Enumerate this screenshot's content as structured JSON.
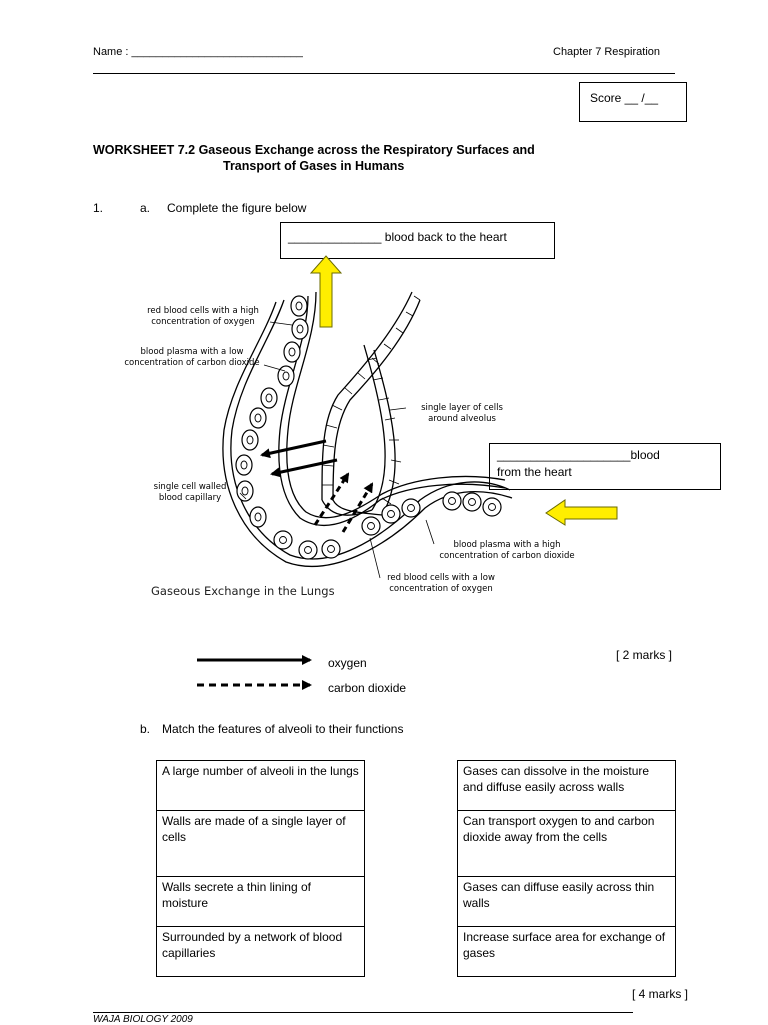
{
  "header": {
    "name_label": "Name : ____________________________",
    "chapter": "Chapter  7 Respiration",
    "score": "Score __ /__"
  },
  "worksheet": {
    "title_line1": "WORKSHEET 7.2   Gaseous Exchange across the Respiratory Surfaces and",
    "title_line2": "Transport of  Gases in Humans"
  },
  "question1": {
    "number": "1.",
    "part_a_letter": "a.",
    "part_a_text": "Complete the figure below",
    "box_top": "______________ blood back to the heart",
    "box_right_line1": "____________________blood",
    "box_right_line2": "from the heart",
    "figure_caption": "Gaseous Exchange in the Lungs",
    "labels": {
      "rbc_high_1": "red blood cells with a high",
      "rbc_high_2": "concentration of oxygen",
      "plasma_low_1": "blood plasma with a low",
      "plasma_low_2": "concentration of carbon dioxide",
      "single_layer_1": "single layer of cells",
      "single_layer_2": "around alveolus",
      "capillary_1": "single cell walled",
      "capillary_2": "blood capillary",
      "plasma_high_1": "blood plasma with a high",
      "plasma_high_2": "concentration of carbon dioxide",
      "rbc_low_1": "red blood cells with a low",
      "rbc_low_2": "concentration of oxygen"
    },
    "marks_a": "[ 2 marks ]",
    "legend": {
      "oxygen": "oxygen",
      "carbon_dioxide": "carbon dioxide"
    },
    "part_b_letter": "b.",
    "part_b_text": "Match the features of alveoli to their functions",
    "features": [
      "A large number of alveoli in the lungs",
      "Walls are made of a single layer of cells",
      "Walls secrete a thin lining of moisture",
      "Surrounded by a network of blood capillaries"
    ],
    "functions": [
      "Gases can dissolve in the moisture and diffuse easily across walls",
      "Can transport oxygen to and carbon dioxide away from the cells",
      "Gases can diffuse easily across thin walls",
      "Increase surface area for exchange of gases"
    ],
    "marks_b": "[ 4 marks ]"
  },
  "footer": {
    "text": "WAJA BIOLOGY 2009"
  },
  "colors": {
    "arrow_yellow": "#ffee00",
    "arrow_outline": "#6b6b00"
  }
}
